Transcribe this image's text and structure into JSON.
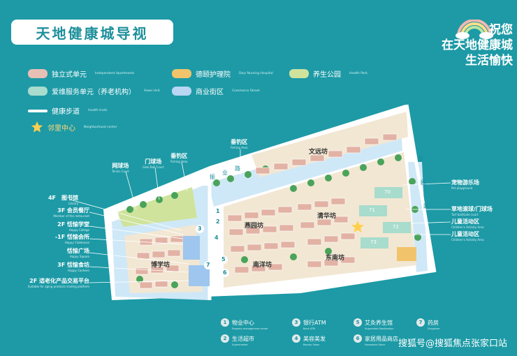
{
  "title": "天地健康城导视",
  "tagline": {
    "line1": "祝您",
    "line2": "在天地健康城",
    "line3": "生活愉快"
  },
  "legend": [
    {
      "cn": "独立式单元",
      "en": "Independent Apartments",
      "color": "#e8bfb4"
    },
    {
      "cn": "德颐护理院",
      "en": "Deyi Nursing Hospital",
      "color": "#f1c46b"
    },
    {
      "cn": "养生公园",
      "en": "Health Park",
      "color": "#cfe39c"
    },
    {
      "cn": "爱维服务单元（养老机构）",
      "en": "Aiwei Unit",
      "color": "#a8dccd"
    },
    {
      "cn": "商业街区",
      "en": "Commerce Street",
      "color": "#b9d6f2"
    },
    {
      "cn": "健康步道",
      "en": "Health trails",
      "color": "#ffffff"
    },
    {
      "cn": "邻里中心",
      "en": "Neighborhood center",
      "color": "#ffd04d"
    }
  ],
  "left_callouts": [
    {
      "cn": "4F　图书馆",
      "en": "Library"
    },
    {
      "cn": "3F 会员餐厅",
      "en": "Member of the restaurant"
    },
    {
      "cn": "2F 恬愉学堂",
      "en": "Happy College"
    },
    {
      "cn": "-1F 恬愉会所",
      "en": "Happy Clubhouse"
    },
    {
      "cn": "恬愉广场",
      "en": "Happy Square"
    },
    {
      "cn": "3F 恬愉食坊",
      "en": "Happy Canteen"
    },
    {
      "cn": "2F 适老化产品交易平台",
      "en": "Suitable for aging products trading platform"
    }
  ],
  "top_labels": [
    {
      "cn": "网球场",
      "en": "Tennis Court"
    },
    {
      "cn": "门球场",
      "en": "Gate Ball Court"
    },
    {
      "cn": "垂钓区",
      "en": "Fishing Area"
    },
    {
      "cn": "垂钓区",
      "en": "Fishing Area"
    }
  ],
  "right_labels": [
    {
      "cn": "宠物游乐场",
      "en": "Pet playground"
    },
    {
      "cn": "草地滚球/门球场",
      "en": "Turf ball/Gate court"
    },
    {
      "cn": "儿童活动区",
      "en": "Children's Activity Area"
    },
    {
      "cn": "儿童活动区",
      "en": "Children's Activity Area"
    }
  ],
  "district_labels": [
    "文远坊",
    "燕园坊",
    "清华坊",
    "南洋坊",
    "东南坊",
    "博学坊"
  ],
  "road_labels": [
    "康",
    "欧",
    "路",
    "振",
    "业",
    "路"
  ],
  "building_numbers": [
    "70",
    "71",
    "72",
    "73"
  ],
  "callout_numbers": [
    "3",
    "4",
    "2",
    "1",
    "7",
    "5",
    "6"
  ],
  "services": [
    {
      "num": "1",
      "cn": "物业中心",
      "en": "Property management center"
    },
    {
      "num": "3",
      "cn": "银行ATM",
      "en": "Bank ATM"
    },
    {
      "num": "5",
      "cn": "艾灸养生馆",
      "en": "Suspended Moxibustion"
    },
    {
      "num": "7",
      "cn": "药房",
      "en": "Drugstore"
    },
    {
      "num": "2",
      "cn": "生活超市",
      "en": "Supermarket"
    },
    {
      "num": "4",
      "cn": "美容美发",
      "en": "Beauty Salon"
    },
    {
      "num": "6",
      "cn": "家居用品商店",
      "en": "Household Store"
    }
  ],
  "watermark": "搜狐号@搜狐焦点张家口站"
}
